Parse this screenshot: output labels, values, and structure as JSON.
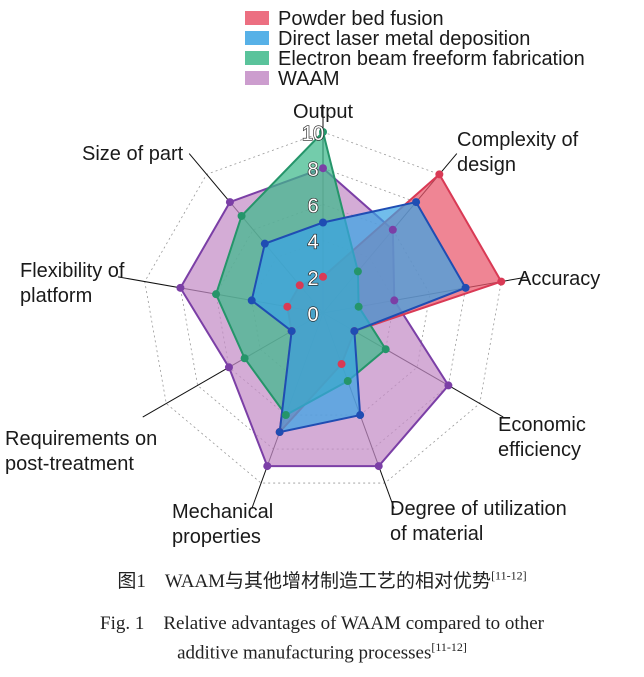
{
  "chart_data": {
    "type": "radar",
    "axes": [
      "Output",
      "Complexity of design",
      "Accuracy",
      "Economic efficiency",
      "Degree of utilization of material",
      "Mechanical properties",
      "Requirements on post-treatment",
      "Flexibility of platform",
      "Size of part"
    ],
    "axis_label_lines": [
      [
        "Output"
      ],
      [
        "Complexity of",
        "design"
      ],
      [
        "Accuracy"
      ],
      [
        "Economic",
        "efficiency"
      ],
      [
        "Degree of utilization",
        "of material"
      ],
      [
        "Mechanical",
        "properties"
      ],
      [
        "Requirements on",
        "post-treatment"
      ],
      [
        "Flexibility of",
        "platform"
      ],
      [
        "Size of part"
      ]
    ],
    "range": [
      0,
      10
    ],
    "ticks": [
      "0",
      "2",
      "4",
      "6",
      "8",
      "10"
    ],
    "legend_position": "top-right",
    "series": [
      {
        "name": "WAAM",
        "color": "#c38cc6",
        "stroke": "#7b3fa6",
        "values": [
          8,
          6,
          4,
          8,
          9,
          9,
          6,
          8,
          8
        ]
      },
      {
        "name": "Powder bed fusion",
        "color": "#e9566b",
        "stroke": "#d93a55",
        "values": [
          2,
          10,
          10,
          2,
          3,
          7,
          2,
          2,
          2
        ]
      },
      {
        "name": "Electron beam freeform fabrication",
        "color": "#3db98a",
        "stroke": "#25956a",
        "values": [
          10,
          3,
          2,
          4,
          4,
          6,
          5,
          6,
          7
        ]
      },
      {
        "name": "Direct laser metal deposition",
        "color": "#3aa3e3",
        "stroke": "#1f4db3",
        "values": [
          5,
          8,
          8,
          2,
          6,
          7,
          2,
          4,
          5
        ]
      }
    ],
    "legend_order": [
      "Powder bed fusion",
      "Direct laser metal deposition",
      "Electron beam freeform fabrication",
      "WAAM"
    ]
  },
  "caption": {
    "cn": "图1　WAAM与其他增材制造工艺的相对优势",
    "cn_ref": "[11-12]",
    "en_line1": "Fig. 1　Relative advantages of WAAM compared to other",
    "en_line2": "additive manufacturing processes",
    "en_ref": "[11-12]"
  }
}
